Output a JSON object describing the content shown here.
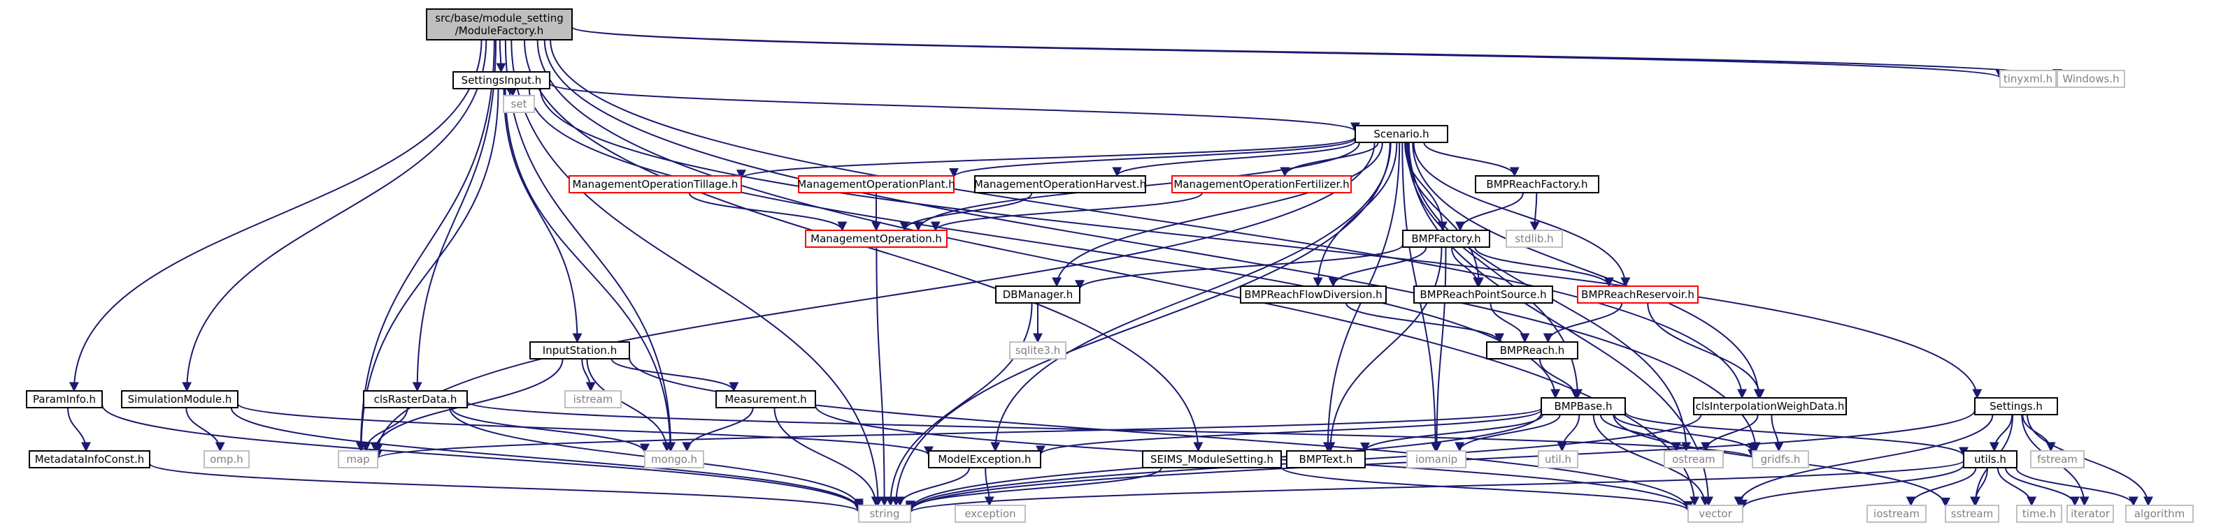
{
  "diagram": {
    "title": "src/base/module_setting/ModuleFactory.h",
    "colors": {
      "edge": "#191970",
      "border_default": "#000000",
      "border_undocumented": "#ff0000",
      "border_system": "#bfbfbf",
      "root_fill": "#bfbfbf",
      "text": "#000000",
      "system_text": "#808080"
    },
    "nodes": [
      {
        "id": "ModuleFactory",
        "lines": [
          "src/base/module_setting",
          "/ModuleFactory.h"
        ],
        "style": "root"
      },
      {
        "id": "SettingsInput",
        "lines": [
          "SettingsInput.h"
        ],
        "style": "normal"
      },
      {
        "id": "tinyxml",
        "lines": [
          "tinyxml.h"
        ],
        "style": "system"
      },
      {
        "id": "Windows",
        "lines": [
          "Windows.h"
        ],
        "style": "system"
      },
      {
        "id": "set",
        "lines": [
          "set"
        ],
        "style": "system"
      },
      {
        "id": "Scenario",
        "lines": [
          "Scenario.h"
        ],
        "style": "normal"
      },
      {
        "id": "ParamInfo",
        "lines": [
          "ParamInfo.h"
        ],
        "style": "normal"
      },
      {
        "id": "SimulationModule",
        "lines": [
          "SimulationModule.h"
        ],
        "style": "normal"
      },
      {
        "id": "MgtTillage",
        "lines": [
          "ManagementOperationTillage.h"
        ],
        "style": "red"
      },
      {
        "id": "MgtPlant",
        "lines": [
          "ManagementOperationPlant.h"
        ],
        "style": "red"
      },
      {
        "id": "MgtHarvest",
        "lines": [
          "ManagementOperationHarvest.h"
        ],
        "style": "normal"
      },
      {
        "id": "MgtFertilizer",
        "lines": [
          "ManagementOperationFertilizer.h"
        ],
        "style": "red"
      },
      {
        "id": "BMPReachFactory",
        "lines": [
          "BMPReachFactory.h"
        ],
        "style": "normal"
      },
      {
        "id": "MgtOperation",
        "lines": [
          "ManagementOperation.h"
        ],
        "style": "red"
      },
      {
        "id": "stdlib",
        "lines": [
          "stdlib.h"
        ],
        "style": "system"
      },
      {
        "id": "BMPFactory",
        "lines": [
          "BMPFactory.h"
        ],
        "style": "normal"
      },
      {
        "id": "DBManager",
        "lines": [
          "DBManager.h"
        ],
        "style": "normal"
      },
      {
        "id": "FlowDiversion",
        "lines": [
          "BMPReachFlowDiversion.h"
        ],
        "style": "normal"
      },
      {
        "id": "PointSource",
        "lines": [
          "BMPReachPointSource.h"
        ],
        "style": "normal"
      },
      {
        "id": "Reservoir",
        "lines": [
          "BMPReachReservoir.h"
        ],
        "style": "red"
      },
      {
        "id": "sqlite3",
        "lines": [
          "sqlite3.h"
        ],
        "style": "system"
      },
      {
        "id": "InputStation",
        "lines": [
          "InputStation.h"
        ],
        "style": "normal"
      },
      {
        "id": "BMPReach",
        "lines": [
          "BMPReach.h"
        ],
        "style": "normal"
      },
      {
        "id": "istream",
        "lines": [
          "istream"
        ],
        "style": "system"
      },
      {
        "id": "Measurement",
        "lines": [
          "Measurement.h"
        ],
        "style": "normal"
      },
      {
        "id": "clsRasterData",
        "lines": [
          "clsRasterData.h"
        ],
        "style": "normal"
      },
      {
        "id": "BMPBase",
        "lines": [
          "BMPBase.h"
        ],
        "style": "normal"
      },
      {
        "id": "clsInterp",
        "lines": [
          "clsInterpolationWeighData.h"
        ],
        "style": "normal"
      },
      {
        "id": "Settings",
        "lines": [
          "Settings.h"
        ],
        "style": "normal"
      },
      {
        "id": "MetadataInfoConst",
        "lines": [
          "MetadataInfoConst.h"
        ],
        "style": "normal"
      },
      {
        "id": "omp",
        "lines": [
          "omp.h"
        ],
        "style": "system"
      },
      {
        "id": "map",
        "lines": [
          "map"
        ],
        "style": "system"
      },
      {
        "id": "mongo",
        "lines": [
          "mongo.h"
        ],
        "style": "system"
      },
      {
        "id": "ModelException",
        "lines": [
          "ModelException.h"
        ],
        "style": "normal"
      },
      {
        "id": "SEIMS_ModuleSetting",
        "lines": [
          "SEIMS_ModuleSetting.h"
        ],
        "style": "normal"
      },
      {
        "id": "BMPText",
        "lines": [
          "BMPText.h"
        ],
        "style": "normal"
      },
      {
        "id": "iomanip",
        "lines": [
          "iomanip"
        ],
        "style": "system"
      },
      {
        "id": "util",
        "lines": [
          "util.h"
        ],
        "style": "system"
      },
      {
        "id": "ostream",
        "lines": [
          "ostream"
        ],
        "style": "system"
      },
      {
        "id": "gridfs",
        "lines": [
          "gridfs.h"
        ],
        "style": "system"
      },
      {
        "id": "utils",
        "lines": [
          "utils.h"
        ],
        "style": "normal"
      },
      {
        "id": "fstream",
        "lines": [
          "fstream"
        ],
        "style": "system"
      },
      {
        "id": "string",
        "lines": [
          "string"
        ],
        "style": "system"
      },
      {
        "id": "exception",
        "lines": [
          "exception"
        ],
        "style": "system"
      },
      {
        "id": "vector",
        "lines": [
          "vector"
        ],
        "style": "system"
      },
      {
        "id": "iostream",
        "lines": [
          "iostream"
        ],
        "style": "system"
      },
      {
        "id": "sstream",
        "lines": [
          "sstream"
        ],
        "style": "system"
      },
      {
        "id": "time",
        "lines": [
          "time.h"
        ],
        "style": "system"
      },
      {
        "id": "iterator",
        "lines": [
          "iterator"
        ],
        "style": "system"
      },
      {
        "id": "algorithm",
        "lines": [
          "algorithm"
        ],
        "style": "system"
      }
    ],
    "edges": [
      [
        "ModuleFactory",
        "SettingsInput"
      ],
      [
        "ModuleFactory",
        "tinyxml"
      ],
      [
        "ModuleFactory",
        "Windows"
      ],
      [
        "ModuleFactory",
        "ParamInfo"
      ],
      [
        "ModuleFactory",
        "SimulationModule"
      ],
      [
        "ModuleFactory",
        "map"
      ],
      [
        "ModuleFactory",
        "mongo"
      ],
      [
        "ModuleFactory",
        "clsRasterData"
      ],
      [
        "ModuleFactory",
        "SEIMS_ModuleSetting"
      ],
      [
        "ModuleFactory",
        "string"
      ],
      [
        "ModuleFactory",
        "vector"
      ],
      [
        "ModuleFactory",
        "gridfs"
      ],
      [
        "ModuleFactory",
        "clsInterp"
      ],
      [
        "SettingsInput",
        "set"
      ],
      [
        "SettingsInput",
        "Scenario"
      ],
      [
        "SettingsInput",
        "InputStation"
      ],
      [
        "SettingsInput",
        "map"
      ],
      [
        "SettingsInput",
        "mongo"
      ],
      [
        "SettingsInput",
        "Settings"
      ],
      [
        "SettingsInput",
        "BMPBase"
      ],
      [
        "Scenario",
        "MgtTillage"
      ],
      [
        "Scenario",
        "MgtPlant"
      ],
      [
        "Scenario",
        "MgtHarvest"
      ],
      [
        "Scenario",
        "MgtFertilizer"
      ],
      [
        "Scenario",
        "BMPReachFactory"
      ],
      [
        "Scenario",
        "BMPFactory"
      ],
      [
        "Scenario",
        "MgtOperation"
      ],
      [
        "Scenario",
        "DBManager"
      ],
      [
        "Scenario",
        "string"
      ],
      [
        "Scenario",
        "map"
      ],
      [
        "Scenario",
        "ModelException"
      ],
      [
        "Scenario",
        "BMPText"
      ],
      [
        "Scenario",
        "FlowDiversion"
      ],
      [
        "Scenario",
        "PointSource"
      ],
      [
        "Scenario",
        "Reservoir"
      ],
      [
        "Scenario",
        "iomanip"
      ],
      [
        "Scenario",
        "ostream"
      ],
      [
        "Scenario",
        "vector"
      ],
      [
        "Scenario",
        "clsInterp"
      ],
      [
        "Scenario",
        "BMPBase"
      ],
      [
        "MgtTillage",
        "MgtOperation"
      ],
      [
        "MgtPlant",
        "MgtOperation"
      ],
      [
        "MgtHarvest",
        "MgtOperation"
      ],
      [
        "MgtFertilizer",
        "MgtOperation"
      ],
      [
        "MgtOperation",
        "string"
      ],
      [
        "BMPReachFactory",
        "BMPFactory"
      ],
      [
        "BMPReachFactory",
        "stdlib"
      ],
      [
        "BMPFactory",
        "DBManager"
      ],
      [
        "BMPFactory",
        "FlowDiversion"
      ],
      [
        "BMPFactory",
        "PointSource"
      ],
      [
        "BMPFactory",
        "Reservoir"
      ],
      [
        "BMPFactory",
        "BMPText"
      ],
      [
        "BMPFactory",
        "iomanip"
      ],
      [
        "DBManager",
        "sqlite3"
      ],
      [
        "DBManager",
        "string"
      ],
      [
        "FlowDiversion",
        "BMPReach"
      ],
      [
        "PointSource",
        "BMPReach"
      ],
      [
        "Reservoir",
        "BMPReach"
      ],
      [
        "Reservoir",
        "clsInterp"
      ],
      [
        "BMPReach",
        "BMPBase"
      ],
      [
        "InputStation",
        "istream"
      ],
      [
        "InputStation",
        "Measurement"
      ],
      [
        "InputStation",
        "map"
      ],
      [
        "InputStation",
        "mongo"
      ],
      [
        "InputStation",
        "vector"
      ],
      [
        "Measurement",
        "mongo"
      ],
      [
        "Measurement",
        "string"
      ],
      [
        "Measurement",
        "vector"
      ],
      [
        "clsRasterData",
        "map"
      ],
      [
        "clsRasterData",
        "mongo"
      ],
      [
        "clsRasterData",
        "string"
      ],
      [
        "clsRasterData",
        "gridfs"
      ],
      [
        "BMPBase",
        "map"
      ],
      [
        "BMPBase",
        "ModelException"
      ],
      [
        "BMPBase",
        "BMPText"
      ],
      [
        "BMPBase",
        "iomanip"
      ],
      [
        "BMPBase",
        "util"
      ],
      [
        "BMPBase",
        "ostream"
      ],
      [
        "BMPBase",
        "gridfs"
      ],
      [
        "BMPBase",
        "utils"
      ],
      [
        "BMPBase",
        "string"
      ],
      [
        "BMPBase",
        "vector"
      ],
      [
        "BMPBase",
        "sstream"
      ],
      [
        "clsInterp",
        "ostream"
      ],
      [
        "clsInterp",
        "gridfs"
      ],
      [
        "clsInterp",
        "string"
      ],
      [
        "Settings",
        "utils"
      ],
      [
        "Settings",
        "fstream"
      ],
      [
        "Settings",
        "string"
      ],
      [
        "Settings",
        "vector"
      ],
      [
        "Settings",
        "sstream"
      ],
      [
        "Settings",
        "iterator"
      ],
      [
        "Settings",
        "algorithm"
      ],
      [
        "ParamInfo",
        "MetadataInfoConst"
      ],
      [
        "ParamInfo",
        "string"
      ],
      [
        "MetadataInfoConst",
        "string"
      ],
      [
        "SimulationModule",
        "omp"
      ],
      [
        "SimulationModule",
        "ModelException"
      ],
      [
        "SimulationModule",
        "string"
      ],
      [
        "ModelException",
        "string"
      ],
      [
        "ModelException",
        "exception"
      ],
      [
        "SEIMS_ModuleSetting",
        "string"
      ],
      [
        "SEIMS_ModuleSetting",
        "vector"
      ],
      [
        "utils",
        "string"
      ],
      [
        "utils",
        "vector"
      ],
      [
        "utils",
        "iostream"
      ],
      [
        "utils",
        "sstream"
      ],
      [
        "utils",
        "time"
      ],
      [
        "utils",
        "iterator"
      ],
      [
        "utils",
        "algorithm"
      ]
    ]
  }
}
